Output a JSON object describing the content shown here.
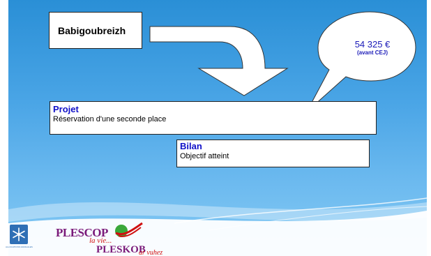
{
  "structure": {
    "title": "Babigoubreizh",
    "bubble": {
      "amount": "54 325 €",
      "note": "(avant CEJ)"
    },
    "projet": {
      "heading": "Projet",
      "text": "Réservation d'une seconde place"
    },
    "bilan": {
      "heading": "Bilan",
      "text": "Objectif atteint"
    }
  },
  "logos": {
    "left_logo_caption": "ALLOCATIONS FAMILIALES",
    "town_logo": {
      "line1": "PLESCOP",
      "line2": "la vie...",
      "line3": "PLESKOB",
      "line4": "ar vuhez"
    }
  },
  "colors": {
    "background": "#4aa5e6",
    "heading": "#1010c8",
    "bubble_text": "#1a1ab8"
  }
}
